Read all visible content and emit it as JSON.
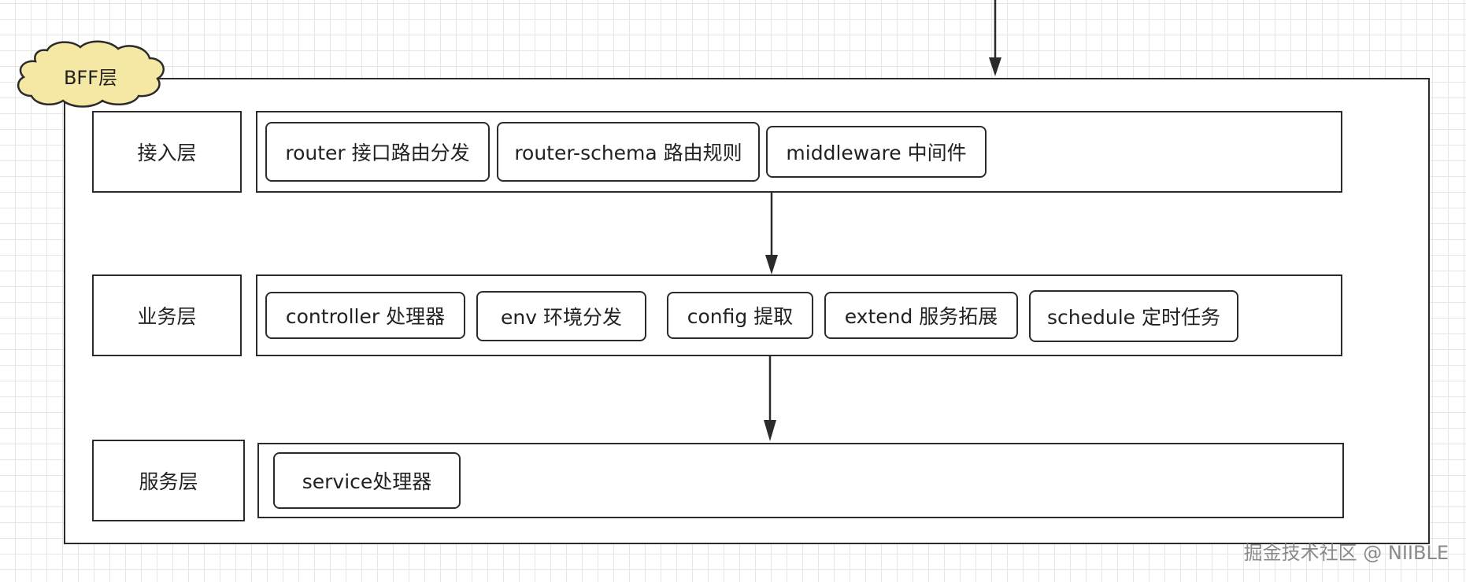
{
  "layer_group": {
    "title": "BFF层"
  },
  "layers": [
    {
      "name": "接入层",
      "modules": [
        "router 接口路由分发",
        "router-schema 路由规则",
        "middleware 中间件"
      ]
    },
    {
      "name": "业务层",
      "modules": [
        "controller 处理器",
        "env 环境分发",
        "config 提取",
        "extend 服务拓展",
        "schedule 定时任务"
      ]
    },
    {
      "name": "服务层",
      "modules": [
        "service处理器"
      ]
    }
  ],
  "watermark": "掘金技术社区 @ NIIBLE",
  "colors": {
    "cloud_fill": "#f4e8a4",
    "stroke": "#2b2b2b",
    "grid": "#e6e6e6"
  }
}
